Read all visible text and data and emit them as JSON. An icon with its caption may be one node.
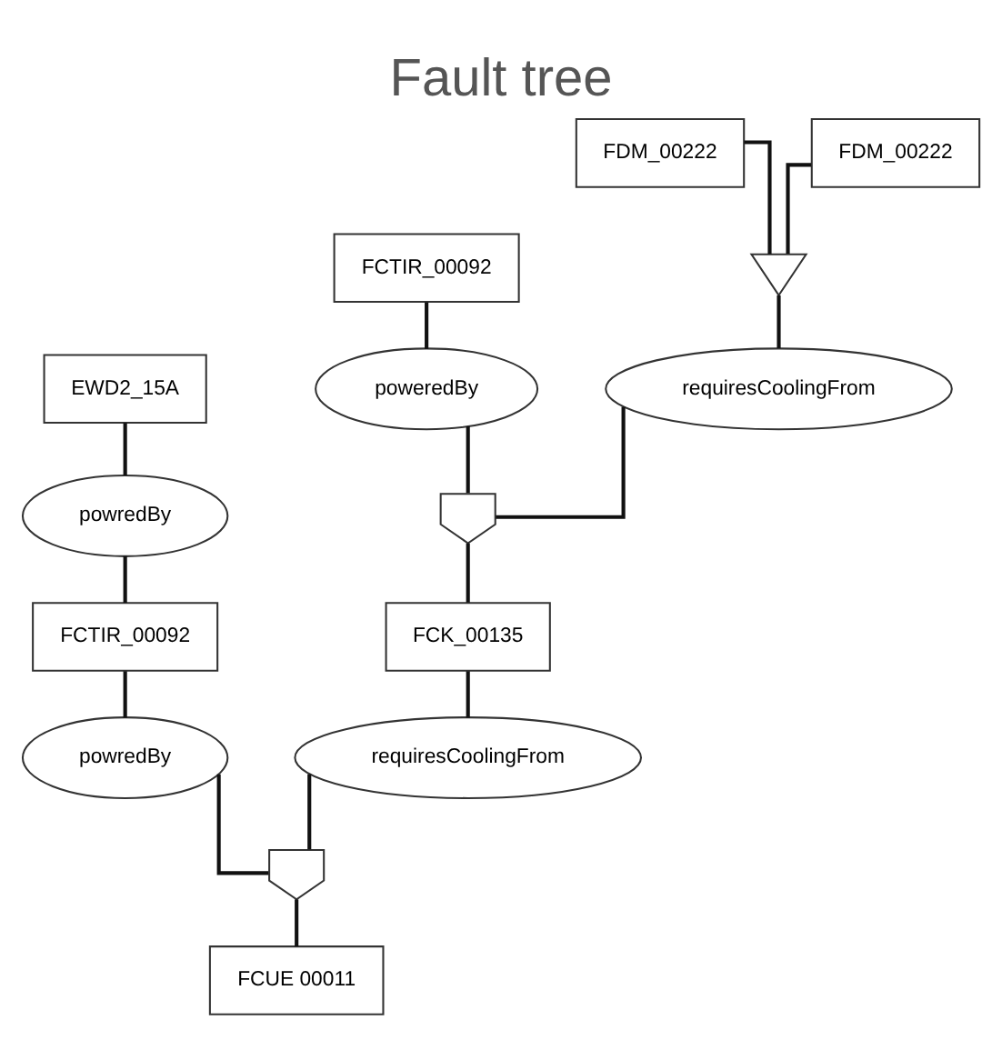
{
  "diagram": {
    "title": "Fault tree",
    "nodes": [
      {
        "text": [
          "FCTIR_00092"
        ]
      },
      {
        "text": [
          "FDM_00222"
        ]
      },
      {
        "text": [
          "FDM_00222"
        ]
      },
      {
        "text": [],
        "shape": "gate"
      },
      {
        "text": [
          "poweredBy"
        ]
      },
      {
        "text": [
          "requiresCoolingFrom"
        ]
      },
      {
        "text": [],
        "shape": "gate"
      },
      {
        "text": [
          "FCK_00135"
        ]
      },
      {
        "text": [
          "requiresCoolingFrom"
        ]
      },
      {
        "text": [
          "EWD2_15A"
        ]
      },
      {
        "text": [
          "powredBy"
        ]
      },
      {
        "text": [
          "FCTIR_00092"
        ]
      },
      {
        "text": [
          "powredBy"
        ]
      },
      {
        "text": [],
        "shape": "gate"
      },
      {
        "text": [
          "FCUE 00011"
        ]
      }
    ],
    "edges": [
      {
        "from": 0,
        "to": 4,
        "arrow": "none"
      },
      {
        "from": 1,
        "to": 3,
        "arrow": "none"
      },
      {
        "from": 2,
        "to": 3,
        "arrow": "none"
      },
      {
        "from": 3,
        "to": 5,
        "arrow": "none"
      },
      {
        "from": 4,
        "to": 6,
        "arrow": "none"
      },
      {
        "from": 5,
        "to": 6,
        "arrow": "none"
      },
      {
        "from": 6,
        "to": 7,
        "arrow": "none"
      },
      {
        "from": 7,
        "to": 8,
        "arrow": "none"
      },
      {
        "from": 9,
        "to": 10,
        "arrow": "none"
      },
      {
        "from": 10,
        "to": 11,
        "arrow": "none"
      },
      {
        "from": 11,
        "to": 12,
        "arrow": "none"
      },
      {
        "from": 12,
        "to": 13,
        "arrow": "none"
      },
      {
        "from": 8,
        "to": 13,
        "arrow": "none"
      },
      {
        "from": 13,
        "to": 14,
        "arrow": "none"
      }
    ]
  }
}
